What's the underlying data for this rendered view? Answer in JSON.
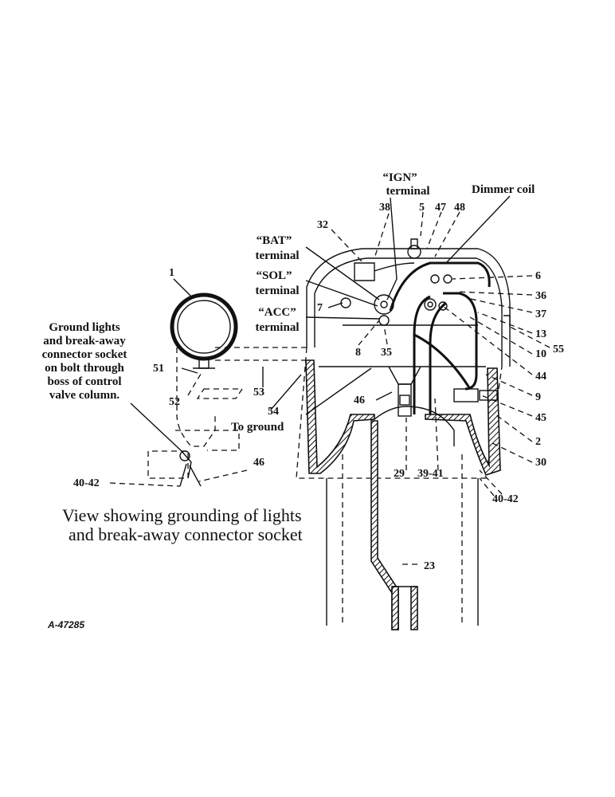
{
  "figure_id": "A-47285",
  "caption": {
    "line1": "View showing grounding of lights",
    "line2": "and break-away connector socket"
  },
  "callouts": {
    "ign_terminal": {
      "line1": "“IGN”",
      "line2": "terminal"
    },
    "dimmer_coil": "Dimmer coil",
    "bat_terminal": {
      "line1": "“BAT”",
      "line2": "terminal"
    },
    "sol_terminal": {
      "line1": "“SOL”",
      "line2": "terminal"
    },
    "acc_terminal": {
      "line1": "“ACC”",
      "line2": "terminal"
    },
    "ground_note": {
      "line1": "Ground lights",
      "line2": "and break-away",
      "line3": "connector socket",
      "line4": "on bolt through",
      "line5": "boss of control",
      "line6": "valve column."
    },
    "to_ground": "To ground"
  },
  "part_numbers": {
    "n1": "1",
    "n2": "2",
    "n5": "5",
    "n6": "6",
    "n7": "7",
    "n8": "8",
    "n9": "9",
    "n10": "10",
    "n13": "13",
    "n23": "23",
    "n29": "29",
    "n30": "30",
    "n32": "32",
    "n35": "35",
    "n36": "36",
    "n37": "37",
    "n38": "38",
    "n39_41": "39-41",
    "n40_42_left": "40-42",
    "n40_42_right": "40-42",
    "n44": "44",
    "n45": "45",
    "n46_top": "46",
    "n46_left": "46",
    "n47": "47",
    "n48": "48",
    "n51": "51",
    "n52": "52",
    "n53": "53",
    "n54": "54",
    "n55": "55"
  }
}
